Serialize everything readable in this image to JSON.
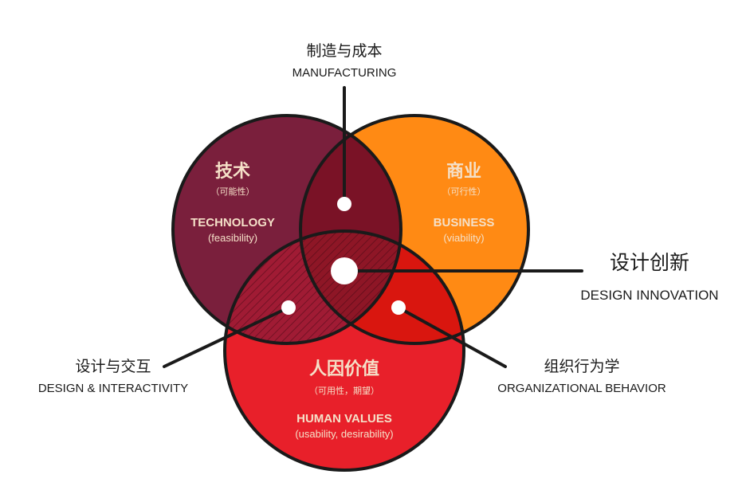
{
  "colors": {
    "technology": "#7a1f3c",
    "business": "#ff8a14",
    "human_values": "#e8202a",
    "tech_business_overlap": "#7a1226",
    "tech_human_overlap": "#a01b34",
    "business_human_overlap": "#d9160f",
    "center_overlap": "#8e1626",
    "outline": "#1a1a1a",
    "circle_text": "#f5e0c8"
  },
  "circles": {
    "technology": {
      "title_zh": "技术",
      "sub_zh": "（可能性）",
      "title_en": "TECHNOLOGY",
      "sub_en": "(feasibility)"
    },
    "business": {
      "title_zh": "商业",
      "sub_zh": "（可行性）",
      "title_en": "BUSINESS",
      "sub_en": "(viability)"
    },
    "human_values": {
      "title_zh": "人因价值",
      "sub_zh": "（可用性，期望）",
      "title_en": "HUMAN VALUES",
      "sub_en": "(usability, desirability)"
    }
  },
  "callouts": {
    "manufacturing": {
      "zh": "制造与成本",
      "en": "MANUFACTURING"
    },
    "design_innovation": {
      "zh": "设计创新",
      "en": "DESIGN INNOVATION"
    },
    "design_interactivity": {
      "zh": "设计与交互",
      "en": "DESIGN & INTERACTIVITY"
    },
    "organizational_behavior": {
      "zh": "组织行为学",
      "en": "ORGANIZATIONAL BEHAVIOR"
    }
  }
}
